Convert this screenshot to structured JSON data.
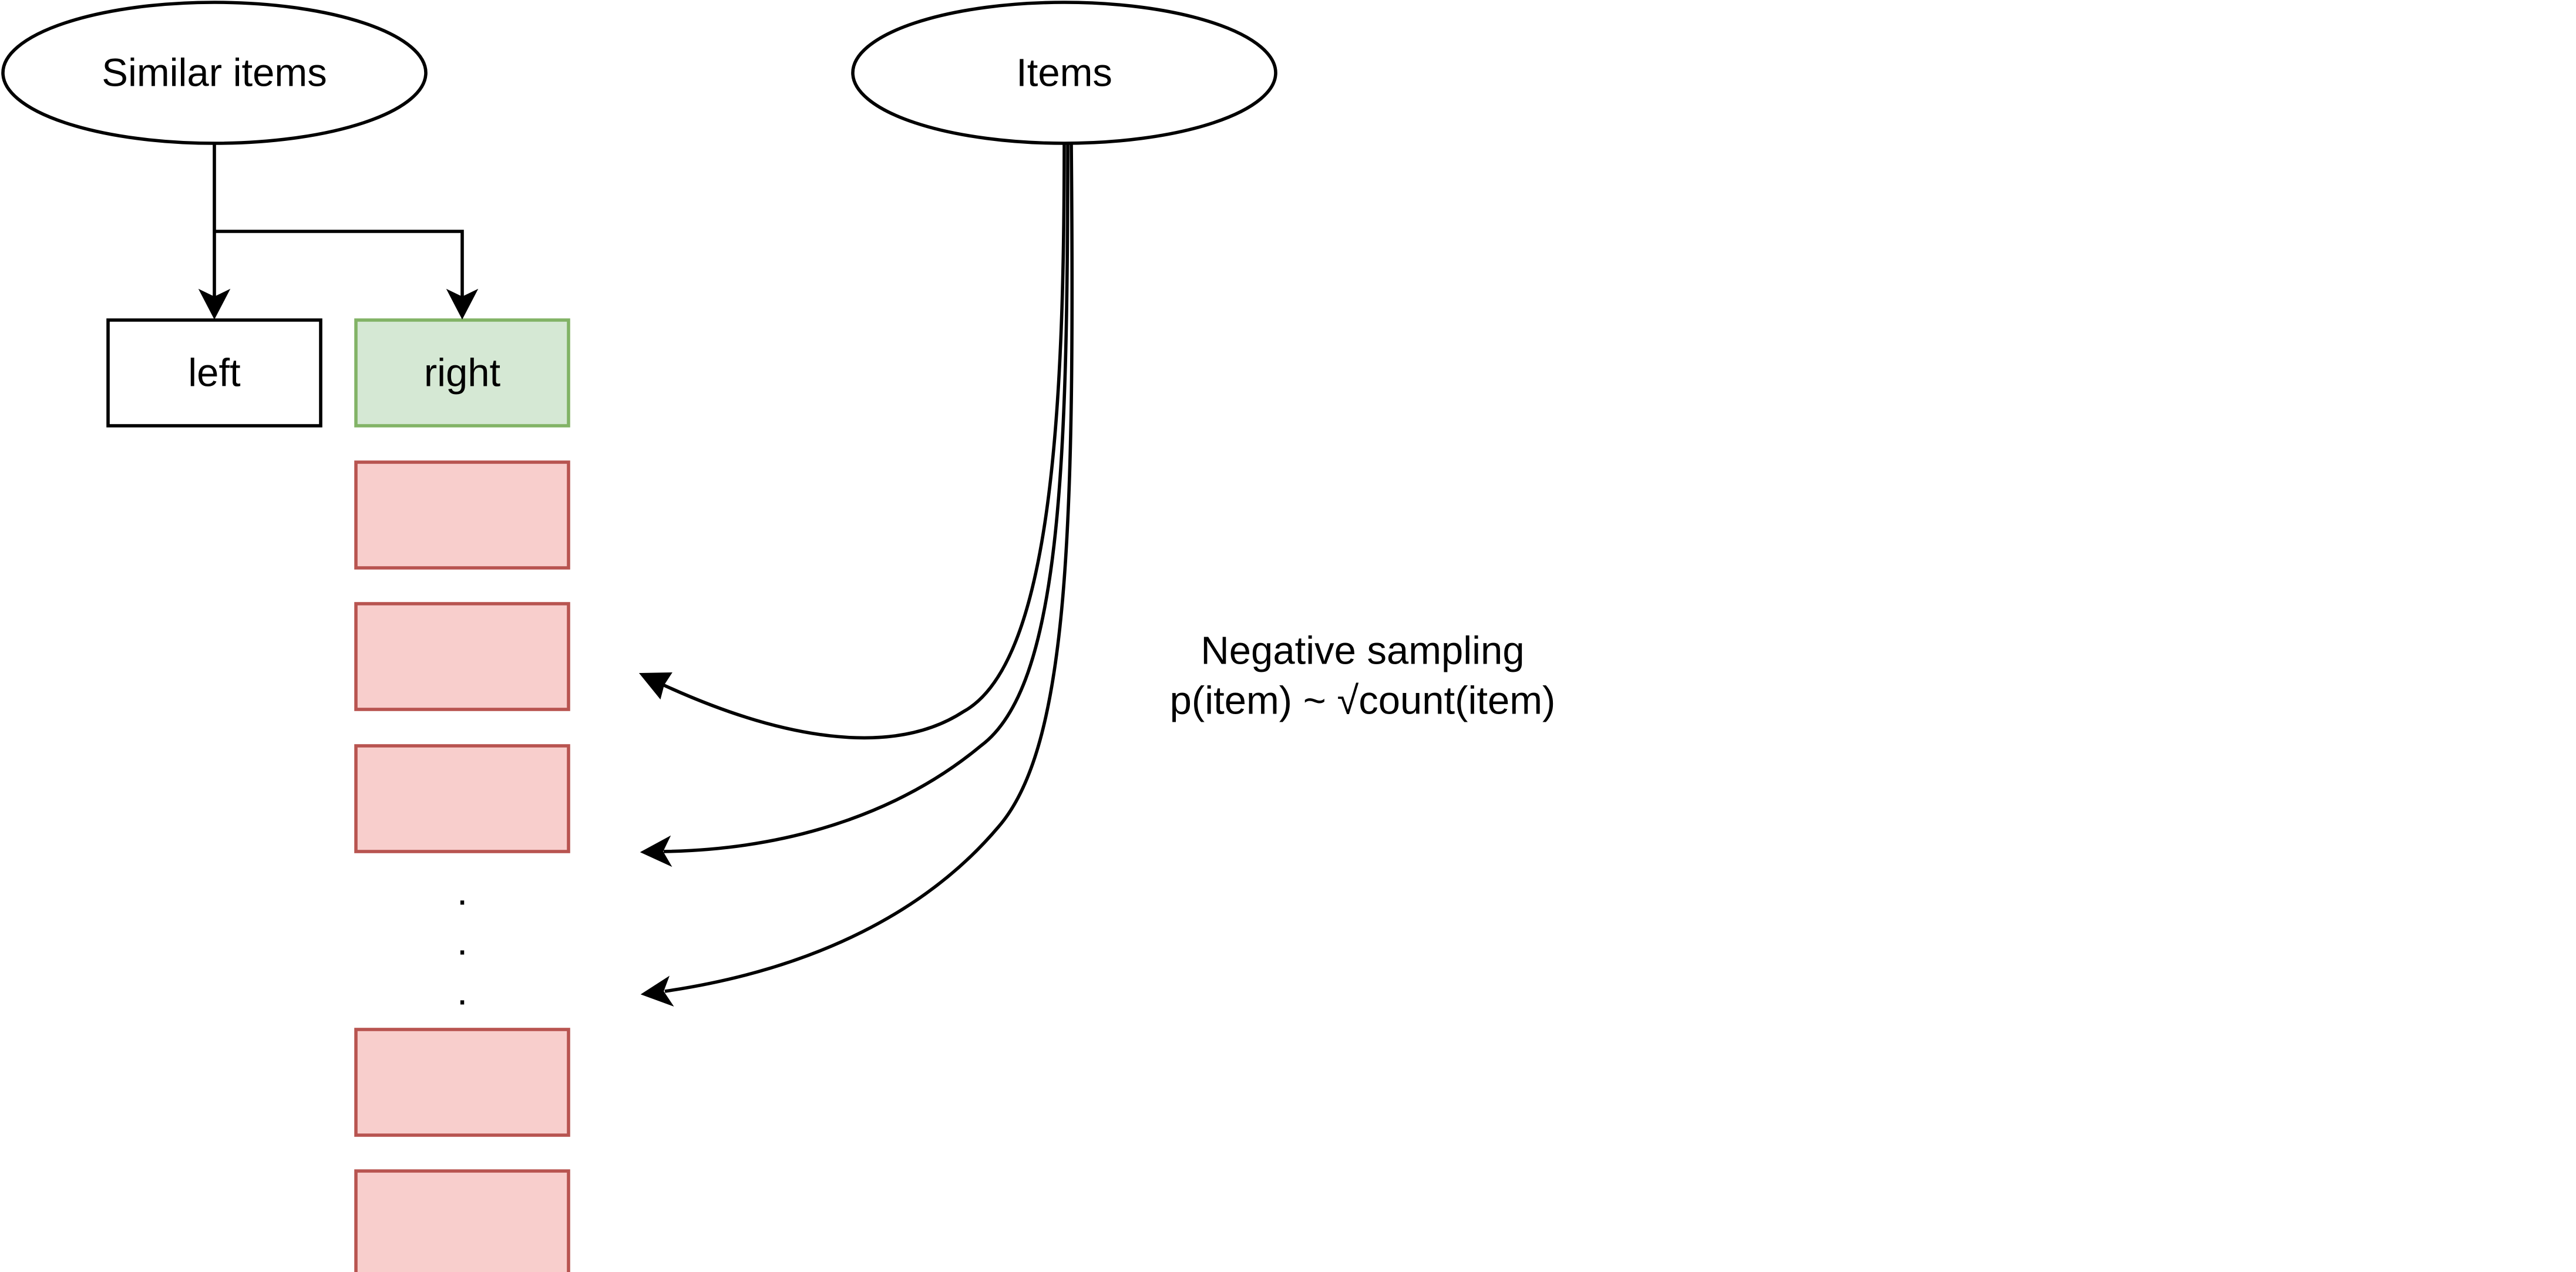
{
  "nodes": {
    "similar_items": {
      "label": "Similar items"
    },
    "items": {
      "label": "Items"
    },
    "left": {
      "label": "left"
    },
    "right": {
      "label": "right"
    }
  },
  "negative_samples": {
    "ellipsis": [
      ".",
      ".",
      "."
    ]
  },
  "annotation": {
    "line1": "Negative sampling",
    "line2": "p(item) ~ √count(item)"
  },
  "colors": {
    "positive_fill": "#d5e8d4",
    "positive_stroke": "#82b366",
    "negative_fill": "#f8cecc",
    "negative_stroke": "#b85450",
    "default_stroke": "#000000"
  }
}
